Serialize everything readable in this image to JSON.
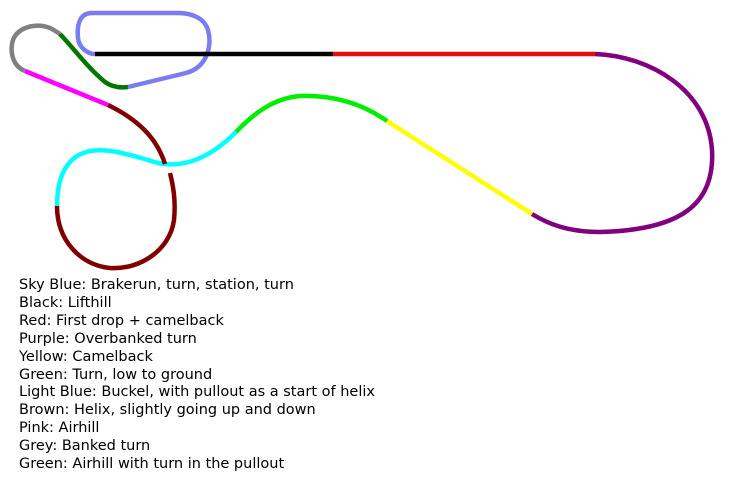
{
  "track": {
    "segments": [
      {
        "id": "sky-blue",
        "color": "#7b7bf2"
      },
      {
        "id": "black",
        "color": "#000000"
      },
      {
        "id": "red",
        "color": "#e80c0c"
      },
      {
        "id": "purple",
        "color": "#800080"
      },
      {
        "id": "yellow",
        "color": "#ffff00"
      },
      {
        "id": "green-turn",
        "color": "#00ee00"
      },
      {
        "id": "light-blue",
        "color": "#00ffff"
      },
      {
        "id": "brown",
        "color": "#800000"
      },
      {
        "id": "pink",
        "color": "#ff00ff"
      },
      {
        "id": "grey",
        "color": "#808080"
      },
      {
        "id": "green-airhill",
        "color": "#007800"
      }
    ]
  },
  "legend": [
    "Sky Blue: Brakerun, turn, station, turn",
    "Black: Lifthill",
    "Red: First drop + camelback",
    "Purple: Overbanked turn",
    "Yellow: Camelback",
    "Green: Turn, low to ground",
    "Light Blue: Buckel, with pullout as a start of helix",
    "Brown: Helix, slightly going up and down",
    "Pink: Airhill",
    "Grey: Banked turn",
    "Green: Airhill with turn in the pullout"
  ]
}
